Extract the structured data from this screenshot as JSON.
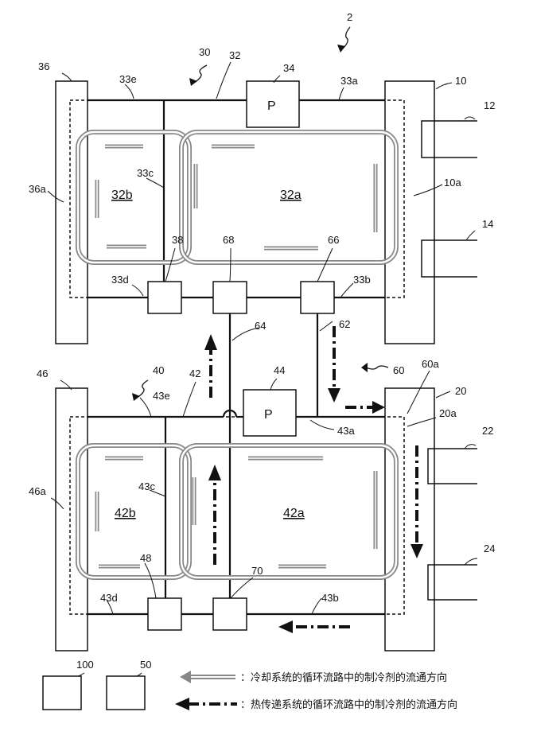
{
  "figure_number": "2",
  "labels": {
    "n10": "10",
    "n12": "12",
    "n14": "14",
    "n20": "20",
    "n20a": "20a",
    "n22": "22",
    "n24": "24",
    "n30": "30",
    "n32": "32",
    "n32a": "32a",
    "n32b": "32b",
    "n33a": "33a",
    "n33b": "33b",
    "n33c": "33c",
    "n33d": "33d",
    "n33e": "33e",
    "n34": "34",
    "n36": "36",
    "n36a": "36a",
    "n38": "38",
    "n10a": "10a",
    "n40": "40",
    "n42": "42",
    "n42a": "42a",
    "n42b": "42b",
    "n43a": "43a",
    "n43b": "43b",
    "n43c": "43c",
    "n43d": "43d",
    "n43e": "43e",
    "n44": "44",
    "n46": "46",
    "n46a": "46a",
    "n48": "48",
    "n50": "50",
    "n60": "60",
    "n60a": "60a",
    "n62": "62",
    "n64": "64",
    "n66": "66",
    "n68": "68",
    "n70": "70",
    "n100": "100"
  },
  "pump_label": "P",
  "legend": {
    "coolant_flow": "：冷却系统的循环流路中的制冷剂的流通方向",
    "heat_flow": "：热传递系统的循环流路中的制冷剂的流通方向"
  }
}
